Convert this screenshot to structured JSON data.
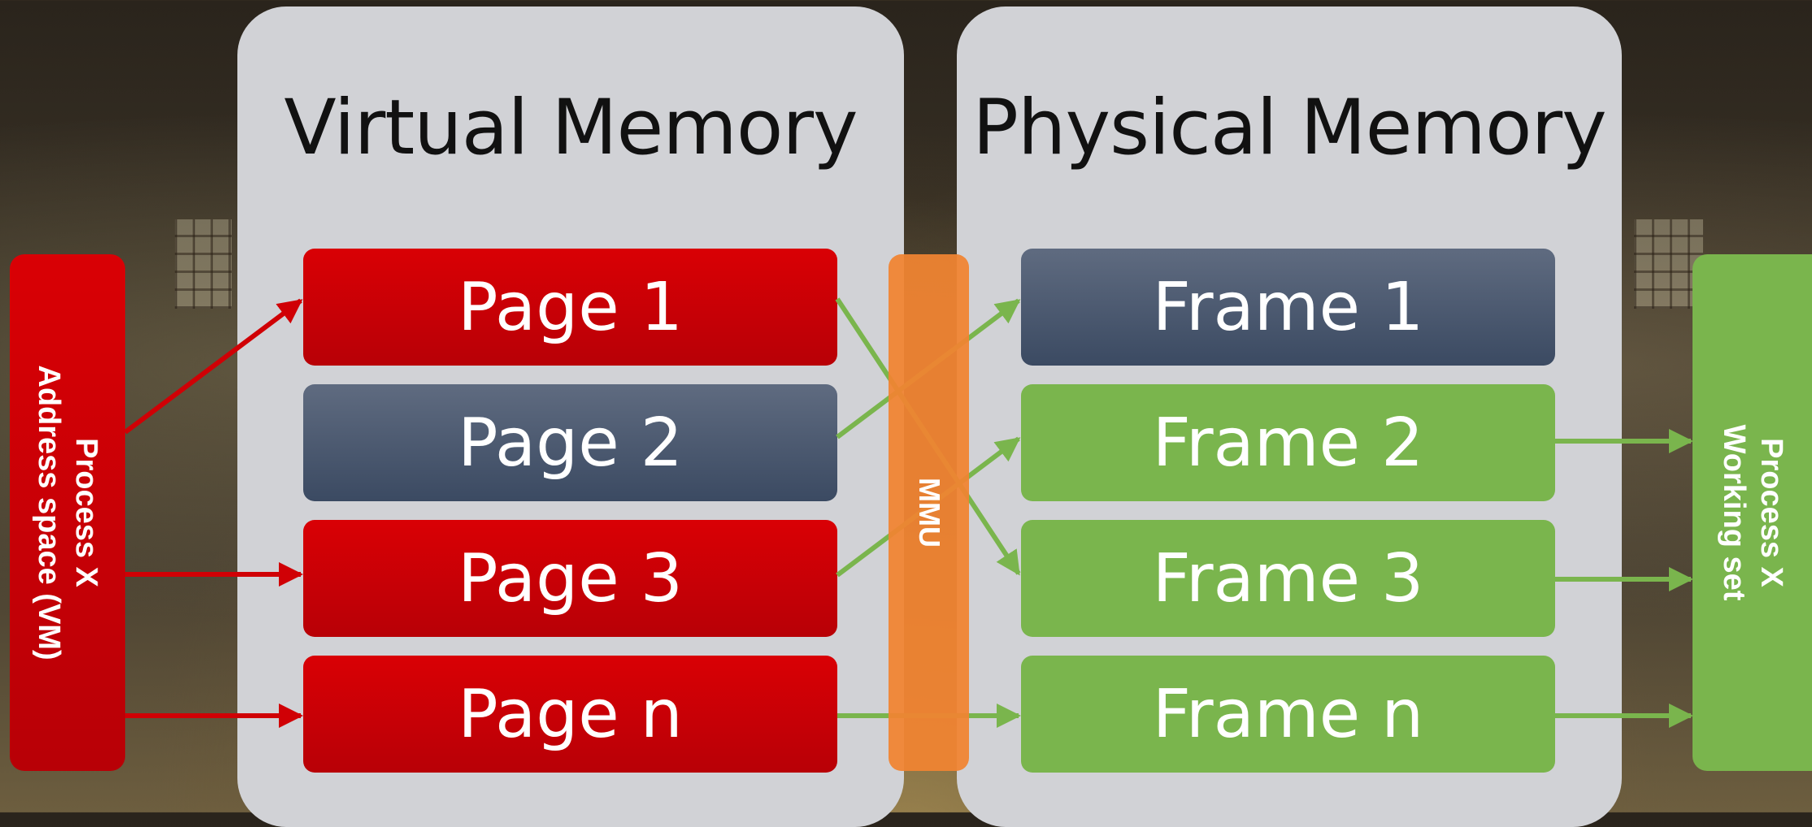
{
  "virtual_memory": {
    "title": "Virtual Memory",
    "pages": [
      "Page 1",
      "Page 2",
      "Page 3",
      "Page n"
    ]
  },
  "physical_memory": {
    "title": "Physical Memory",
    "frames": [
      "Frame 1",
      "Frame 2",
      "Frame 3",
      "Frame n"
    ]
  },
  "process_vm": {
    "line1": "Process X",
    "line2": "Address space (VM)"
  },
  "mmu": {
    "label": "MMU"
  },
  "working_set": {
    "line1": "Process X",
    "line2": "Working set"
  },
  "colors": {
    "red": "#d00005",
    "slate": "#4a586f",
    "green": "#7ab54d",
    "orange": "#f08432",
    "panel": "#d1d2d6"
  }
}
